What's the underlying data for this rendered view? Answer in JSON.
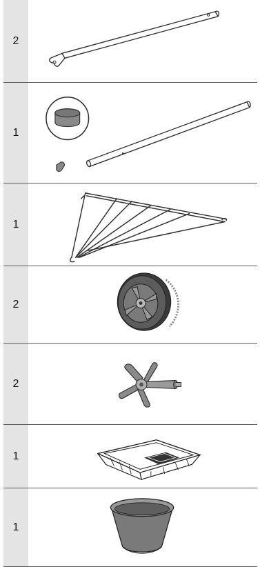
{
  "parts": [
    {
      "quantity": "2",
      "icon": "handle-leg-tube-icon"
    },
    {
      "quantity": "1",
      "icon": "leg-tube-with-end-cap-icon"
    },
    {
      "quantity": "1",
      "icon": "wire-rack-frame-icon"
    },
    {
      "quantity": "2",
      "icon": "wheel-icon"
    },
    {
      "quantity": "2",
      "icon": "wheel-hub-cap-icon"
    },
    {
      "quantity": "1",
      "icon": "ash-tray-icon"
    },
    {
      "quantity": "1",
      "icon": "ash-bowl-icon"
    }
  ]
}
